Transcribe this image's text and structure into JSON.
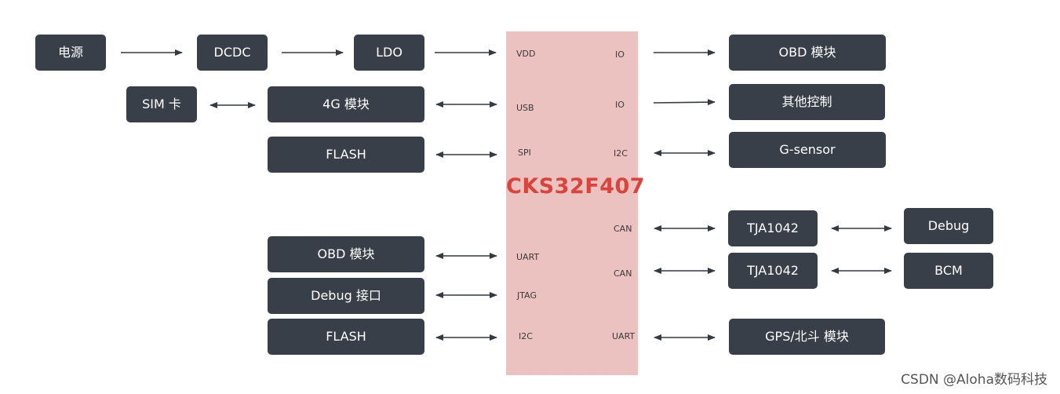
{
  "mcu": {
    "name": "CKS32F407",
    "fill": "#ecc2c1",
    "name_color": "#d9443d"
  },
  "box_fill": "#383f48",
  "boxes": {
    "power": "电源",
    "dcdc": "DCDC",
    "ldo": "LDO",
    "sim": "SIM 卡",
    "lte": "4G 模块",
    "flash_spi": "FLASH",
    "obd_left": "OBD 模块",
    "debug_port": "Debug 接口",
    "flash_i2c": "FLASH",
    "obd_right": "OBD 模块",
    "other_ctrl": "其他控制",
    "gsensor": "G-sensor",
    "tja_1": "TJA1042",
    "tja_2": "TJA1042",
    "debug_can": "Debug",
    "bcm": "BCM",
    "gps": "GPS/北斗 模块"
  },
  "pins": {
    "vdd": "VDD",
    "usb": "USB",
    "spi": "SPI",
    "uart_l": "UART",
    "jtag": "JTAG",
    "i2c_l": "I2C",
    "io_1": "IO",
    "io_2": "IO",
    "i2c_r": "I2C",
    "can_1": "CAN",
    "can_2": "CAN",
    "uart_r": "UART"
  },
  "watermark": "CSDN @Aloha数码科技"
}
